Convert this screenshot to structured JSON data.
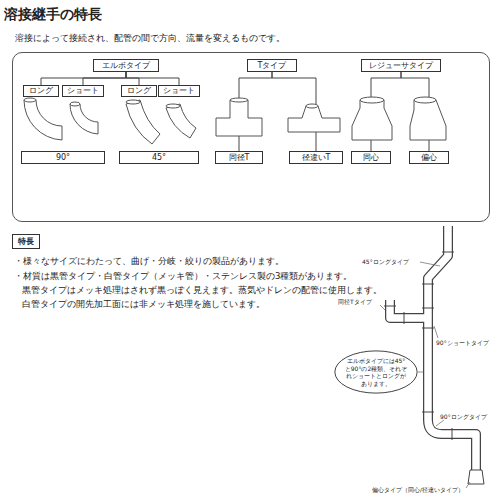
{
  "diagram": {
    "title": "溶接継手の特長",
    "nodes": [
      {
        "text": []
      },
      {
        "text": [
          "エルボタイプ"
        ],
        "in": 0
      },
      {
        "text": [
          "ロング"
        ],
        "in": 0
      },
      {
        "text": [
          "ショート"
        ],
        "in": 0
      },
      {
        "text": [
          "ロング"
        ],
        "in": 0
      },
      {
        "text": [
          "ショート"
        ],
        "in": 0
      },
      {
        "text": [
          "90°"
        ],
        "in": 0
      },
      {
        "text": [
          "45°"
        ],
        "in": 0
      },
      {
        "text": [
          "Tタイプ"
        ],
        "in": 0
      },
      {
        "text": [
          "同径T"
        ],
        "in": 0
      },
      {
        "text": [
          "径違いT"
        ],
        "in": 0
      },
      {
        "text": [
          "レジューサタイプ"
        ],
        "in": 0
      },
      {
        "text": [
          "同心"
        ],
        "in": 0
      },
      {
        "text": [
          "偏心"
        ],
        "in": 0
      },
      {
        "text": [
          "特長"
        ]
      },
      {
        "text": [
          "エルボタイプには45°と90°の2種類、それぞれショートとロングがあります。"
        ]
      }
    ],
    "edges": [
      {
        "from": 1,
        "to": 2,
        "arrow": "none"
      },
      {
        "from": 1,
        "to": 3,
        "arrow": "none"
      },
      {
        "from": 1,
        "to": 4,
        "arrow": "none"
      },
      {
        "from": 1,
        "to": 5,
        "arrow": "none"
      },
      {
        "from": 8,
        "to": 9,
        "arrow": "none"
      },
      {
        "from": 8,
        "to": 10,
        "arrow": "none"
      },
      {
        "from": 11,
        "to": 12,
        "arrow": "none"
      },
      {
        "from": 11,
        "to": 13,
        "arrow": "none"
      }
    ],
    "labels": [
      "溶接によって接続され、配管の間で方向、流量を変えるものです。",
      "・様々なサイズにわたって、曲げ・分岐・絞りの製品があります。",
      "・材質は黒管タイプ・白管タイプ（メッキ管）・ステンレス製の3種類があります。",
      "黒管タイプはメッキ処理はされず黒っぽく見えます。蒸気やドレンの配管に使用します。",
      "白管タイプの開先加工面には非メッキ処理を施しています。",
      "45°ロングタイプ",
      "同径Tタイプ",
      "90°ショートタイプ",
      "90°ロングタイプ",
      "偏心タイプ（同心/径違いタイプ）"
    ]
  }
}
